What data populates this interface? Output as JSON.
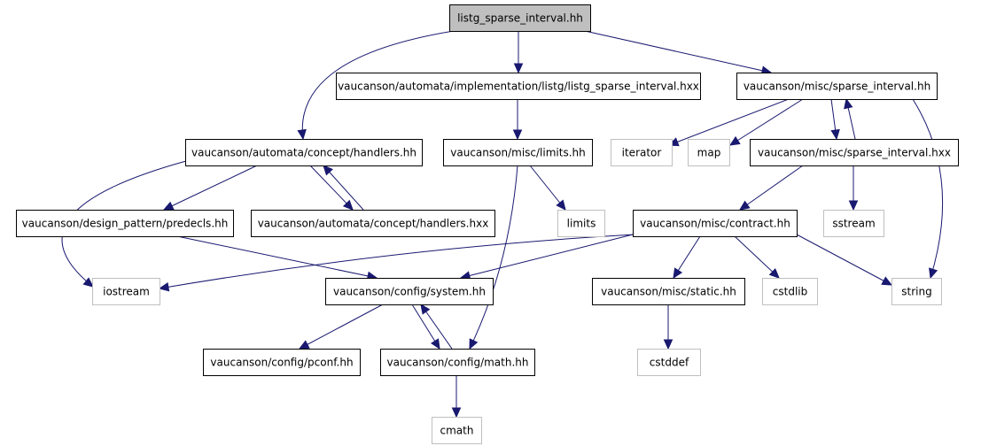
{
  "colors": {
    "root_fill": "#bfbfbf",
    "node_border": "#000000",
    "system_header_border": "#bfbfbf",
    "edge": "#191970",
    "background": "#ffffff"
  },
  "nodes": [
    {
      "id": "listg_sparse_interval_hh",
      "label": "listg_sparse_interval.hh",
      "kind": "root"
    },
    {
      "id": "listg_sparse_interval_hxx",
      "label": "vaucanson/automata/implementation/listg/listg_sparse_interval.hxx",
      "kind": "file"
    },
    {
      "id": "sparse_interval_hh",
      "label": "vaucanson/misc/sparse_interval.hh",
      "kind": "file"
    },
    {
      "id": "handlers_hh",
      "label": "vaucanson/automata/concept/handlers.hh",
      "kind": "file"
    },
    {
      "id": "limits_hh",
      "label": "vaucanson/misc/limits.hh",
      "kind": "file"
    },
    {
      "id": "iterator",
      "label": "iterator",
      "kind": "system"
    },
    {
      "id": "map",
      "label": "map",
      "kind": "system"
    },
    {
      "id": "sparse_interval_hxx",
      "label": "vaucanson/misc/sparse_interval.hxx",
      "kind": "file"
    },
    {
      "id": "predecls_hh",
      "label": "vaucanson/design_pattern/predecls.hh",
      "kind": "file"
    },
    {
      "id": "handlers_hxx",
      "label": "vaucanson/automata/concept/handlers.hxx",
      "kind": "file"
    },
    {
      "id": "limits",
      "label": "limits",
      "kind": "system"
    },
    {
      "id": "contract_hh",
      "label": "vaucanson/misc/contract.hh",
      "kind": "file"
    },
    {
      "id": "sstream",
      "label": "sstream",
      "kind": "system"
    },
    {
      "id": "iostream",
      "label": "iostream",
      "kind": "system"
    },
    {
      "id": "system_hh",
      "label": "vaucanson/config/system.hh",
      "kind": "file"
    },
    {
      "id": "static_hh",
      "label": "vaucanson/misc/static.hh",
      "kind": "file"
    },
    {
      "id": "cstdlib",
      "label": "cstdlib",
      "kind": "system"
    },
    {
      "id": "string",
      "label": "string",
      "kind": "system"
    },
    {
      "id": "pconf_hh",
      "label": "vaucanson/config/pconf.hh",
      "kind": "file"
    },
    {
      "id": "math_hh",
      "label": "vaucanson/config/math.hh",
      "kind": "file"
    },
    {
      "id": "cstddef",
      "label": "cstddef",
      "kind": "system"
    },
    {
      "id": "cmath",
      "label": "cmath",
      "kind": "system"
    }
  ],
  "edges": [
    {
      "from": "listg_sparse_interval_hh",
      "to": "handlers_hh"
    },
    {
      "from": "listg_sparse_interval_hh",
      "to": "listg_sparse_interval_hxx"
    },
    {
      "from": "listg_sparse_interval_hh",
      "to": "sparse_interval_hh"
    },
    {
      "from": "listg_sparse_interval_hxx",
      "to": "limits_hh"
    },
    {
      "from": "sparse_interval_hh",
      "to": "iterator"
    },
    {
      "from": "sparse_interval_hh",
      "to": "map"
    },
    {
      "from": "sparse_interval_hh",
      "to": "sparse_interval_hxx"
    },
    {
      "from": "sparse_interval_hxx",
      "to": "sparse_interval_hh"
    },
    {
      "from": "sparse_interval_hh",
      "to": "string"
    },
    {
      "from": "handlers_hh",
      "to": "predecls_hh"
    },
    {
      "from": "handlers_hh",
      "to": "handlers_hxx"
    },
    {
      "from": "handlers_hxx",
      "to": "handlers_hh"
    },
    {
      "from": "handlers_hh",
      "to": "iostream"
    },
    {
      "from": "limits_hh",
      "to": "limits"
    },
    {
      "from": "limits_hh",
      "to": "math_hh"
    },
    {
      "from": "sparse_interval_hxx",
      "to": "contract_hh"
    },
    {
      "from": "sparse_interval_hxx",
      "to": "sstream"
    },
    {
      "from": "predecls_hh",
      "to": "system_hh"
    },
    {
      "from": "contract_hh",
      "to": "iostream"
    },
    {
      "from": "contract_hh",
      "to": "system_hh"
    },
    {
      "from": "contract_hh",
      "to": "static_hh"
    },
    {
      "from": "contract_hh",
      "to": "cstdlib"
    },
    {
      "from": "contract_hh",
      "to": "string"
    },
    {
      "from": "system_hh",
      "to": "pconf_hh"
    },
    {
      "from": "system_hh",
      "to": "math_hh"
    },
    {
      "from": "math_hh",
      "to": "system_hh"
    },
    {
      "from": "static_hh",
      "to": "cstddef"
    },
    {
      "from": "math_hh",
      "to": "cmath"
    }
  ]
}
